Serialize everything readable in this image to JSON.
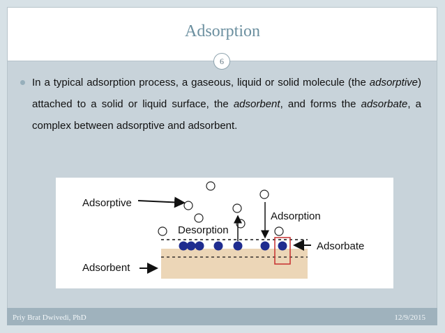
{
  "slide": {
    "title": "Adsorption",
    "slide_number": "6",
    "bullet": {
      "parts": [
        {
          "text": "In a typical adsorption process, a gaseous, liquid or solid molecule (the ",
          "italic": false
        },
        {
          "text": "adsorptive",
          "italic": true
        },
        {
          "text": ")  attached to a solid or liquid surface, the ",
          "italic": false
        },
        {
          "text": "adsorbent",
          "italic": true
        },
        {
          "text": ", and forms the ",
          "italic": false
        },
        {
          "text": "adsorbate",
          "italic": true
        },
        {
          "text": ", a complex between  adsorptive and adsorbent.",
          "italic": false
        }
      ]
    },
    "diagram": {
      "labels": {
        "adsorptive": "Adsorptive",
        "desorption": "Desorption",
        "adsorption": "Adsorption",
        "adsorbate": "Adsorbate",
        "adsorbent": "Adsorbent"
      },
      "colors": {
        "surface": "#ecd6b7",
        "filled_molecule": "#1f2c8f",
        "adsorbate_box": "#c62f2f"
      }
    },
    "footer": {
      "author": "Priy Brat Dwivedi, PhD",
      "date": "12/9/2015"
    }
  }
}
